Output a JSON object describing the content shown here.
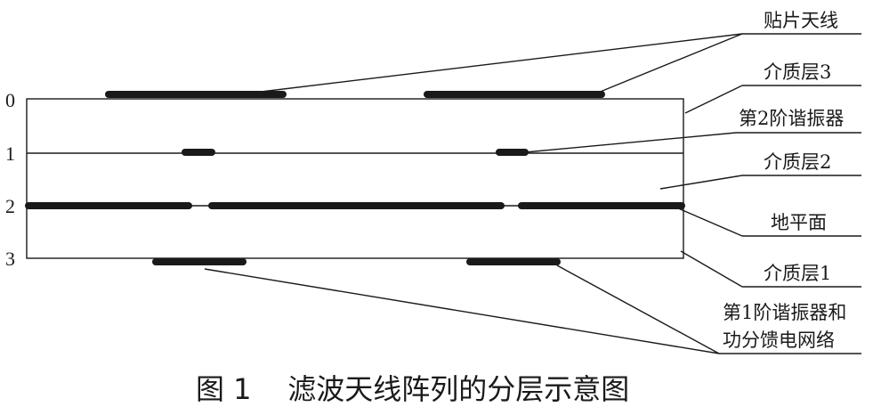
{
  "layer_numbers": [
    "0",
    "1",
    "2",
    "3"
  ],
  "labels": {
    "patch_antenna": "贴片天线",
    "dielectric_3": "介质层3",
    "resonator_2": "第2阶谐振器",
    "dielectric_2": "介质层2",
    "ground_plane": "地平面",
    "dielectric_1": "介质层1",
    "resonator_1_line1": "第1阶谐振器和",
    "resonator_1_line2": "功分馈电网络"
  },
  "caption": "图 1    滤波天线阵列的分层示意图"
}
